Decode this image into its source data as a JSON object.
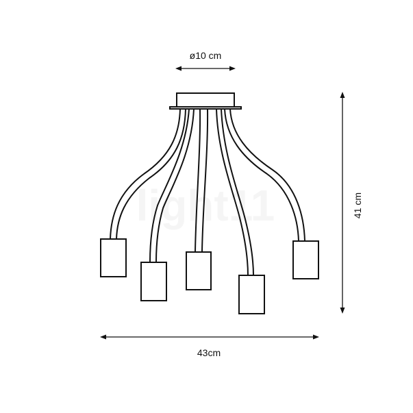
{
  "watermark": "light11",
  "dimensions": {
    "canopy_diameter": "ø10 cm",
    "height": "41 cm",
    "width": "43cm"
  },
  "colors": {
    "line": "#111111",
    "background": "#ffffff"
  }
}
